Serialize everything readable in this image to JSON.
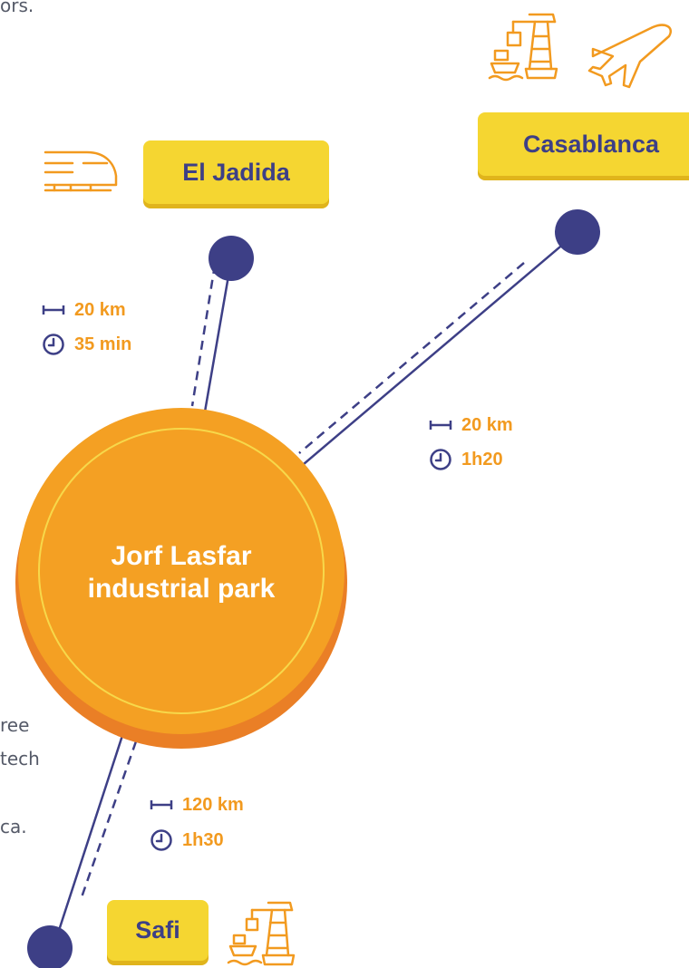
{
  "fragments": {
    "top": "ors.",
    "line1": "ree",
    "line2": "tech",
    "line3": "ca."
  },
  "hub": {
    "line1": "Jorf Lasfar",
    "line2": "industrial park"
  },
  "cities": {
    "el_jadida": "El Jadida",
    "casablanca": "Casablanca",
    "safi": "Safi"
  },
  "routes": {
    "el_jadida": {
      "distance": "20 km",
      "time": "35 min"
    },
    "casablanca": {
      "distance": "20 km",
      "time": "1h20"
    },
    "safi": {
      "distance": "120 km",
      "time": "1h30"
    }
  },
  "icons": {
    "transport": [
      "train-icon",
      "port-crane-icon",
      "airplane-icon"
    ],
    "distance": "distance-ruler-icon",
    "time": "clock-icon"
  },
  "colors": {
    "orange": "#f29a1f",
    "navy": "#3d3f86",
    "yellow": "#f5d631",
    "hub_ring": "#f7d84a"
  }
}
